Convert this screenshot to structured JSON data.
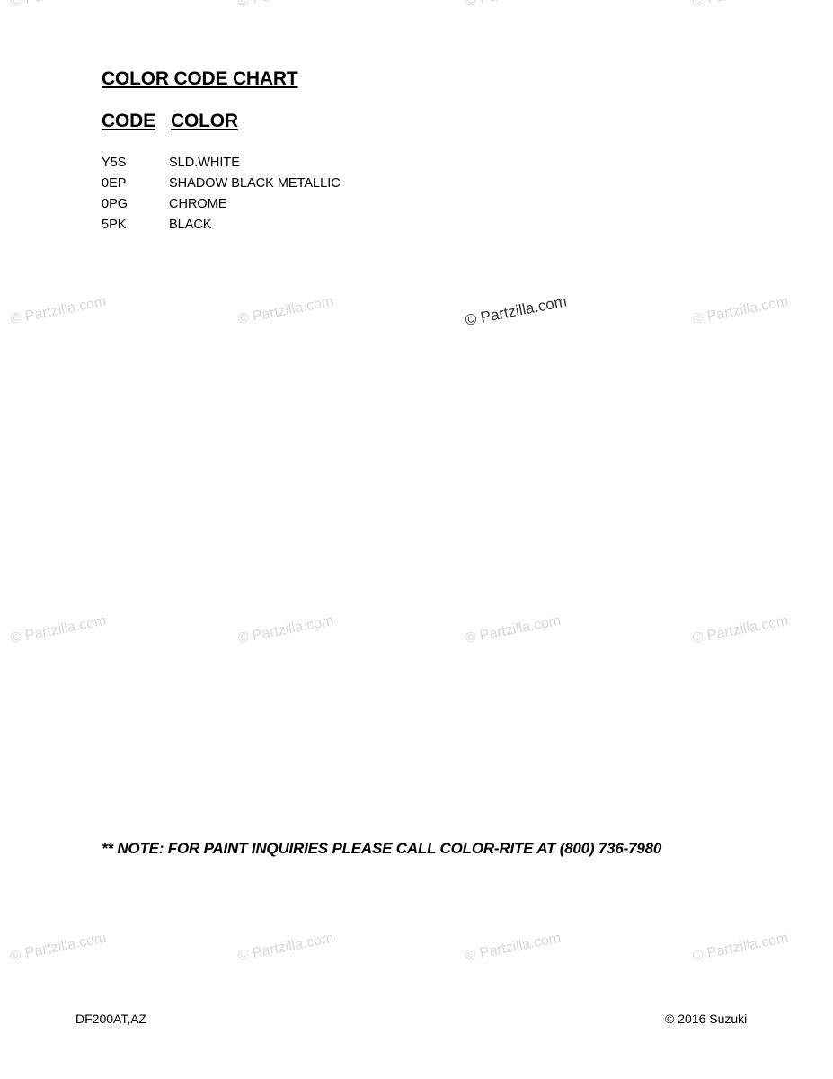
{
  "title": "COLOR CODE CHART",
  "columns": {
    "code": "CODE",
    "color": "COLOR"
  },
  "rows": [
    {
      "code": "Y5S",
      "color": "SLD.WHITE"
    },
    {
      "code": "0EP",
      "color": "SHADOW BLACK METALLIC"
    },
    {
      "code": "0PG",
      "color": "CHROME"
    },
    {
      "code": "5PK",
      "color": "BLACK"
    }
  ],
  "note": "** NOTE: FOR PAINT INQUIRIES PLEASE CALL COLOR-RITE AT (800) 736-7980",
  "footer": {
    "model": "DF200AT,AZ",
    "copyright": "© 2016 Suzuki"
  },
  "watermark": "© Partzilla.com"
}
